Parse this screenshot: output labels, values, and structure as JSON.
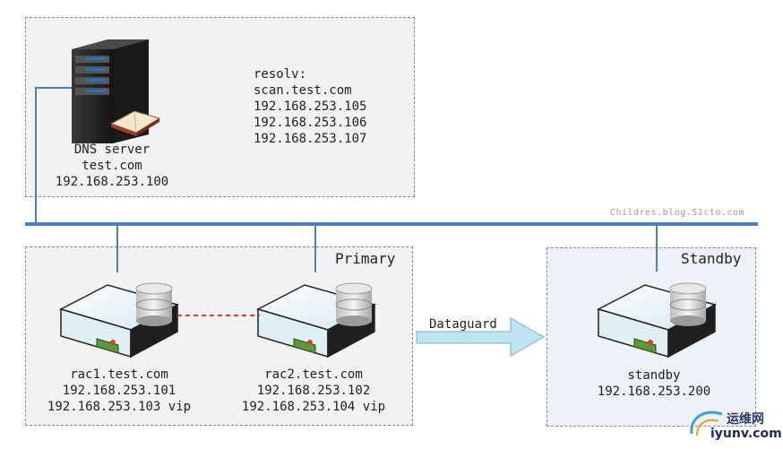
{
  "dns": {
    "name": "DNS server",
    "domain": "test.com",
    "ip": "192.168.253.100"
  },
  "resolv": {
    "label": "resolv:",
    "scan": "scan.test.com",
    "ips": [
      "192.168.253.105",
      "192.168.253.106",
      "192.168.253.107"
    ]
  },
  "network": {
    "watermark": "Childres.blog.51cto.com"
  },
  "primary": {
    "title": "Primary",
    "nodes": [
      {
        "name": "rac1.test.com",
        "ip": "192.168.253.101",
        "vip": "192.168.253.103 vip"
      },
      {
        "name": "rac2.test.com",
        "ip": "192.168.253.102",
        "vip": "192.168.253.104 vip"
      }
    ]
  },
  "dataguard": {
    "label": "Dataguard"
  },
  "standby": {
    "title": "Standby",
    "name": "standby",
    "ip": "192.168.253.200"
  },
  "logo": {
    "cn": "运维网",
    "en": "iyunv.com"
  },
  "colors": {
    "network_line": "#4a7fc1",
    "interconnect": "#e23a2f",
    "arrow_fill": "#bfe4f0",
    "arrow_stroke": "#6fb2cc"
  }
}
